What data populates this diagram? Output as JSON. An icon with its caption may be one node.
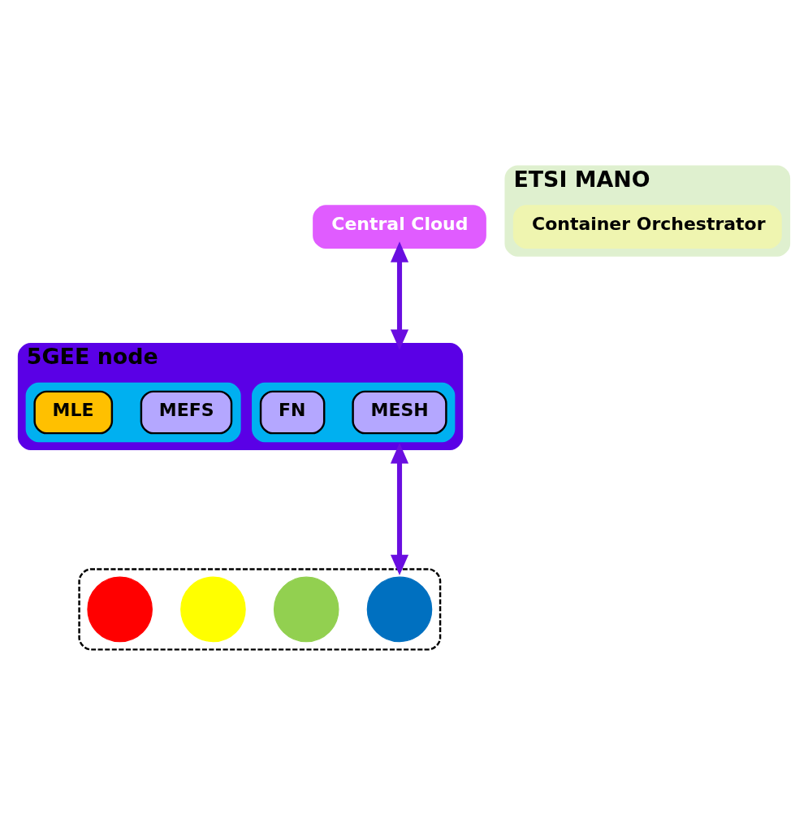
{
  "diagram": {
    "nodes": [
      {
        "text": [
          "Central Cloud"
        ]
      },
      {
        "text": [
          "ETSI MANO"
        ]
      },
      {
        "text": [
          "Container Orchestrator"
        ],
        "in": 1
      },
      {
        "text": [
          "5GEE node"
        ]
      },
      {
        "text": [],
        "shape": "box",
        "in": 3
      },
      {
        "text": [
          "MESH"
        ],
        "in": 4
      },
      {
        "text": [
          "FN"
        ],
        "in": 4
      },
      {
        "text": [],
        "shape": "box",
        "in": 3
      },
      {
        "text": [
          "MEFS"
        ],
        "in": 7
      },
      {
        "text": [
          "MLE"
        ],
        "in": 7
      },
      {
        "text": [],
        "shape": "box"
      },
      {
        "text": [],
        "shape": "circle",
        "in": 10
      },
      {
        "text": [],
        "shape": "circle",
        "in": 10
      },
      {
        "text": [],
        "shape": "circle",
        "in": 10
      },
      {
        "text": [],
        "shape": "circle",
        "in": 10
      }
    ],
    "edges": [
      {
        "from": 0,
        "to": 3,
        "arrow": "both"
      },
      {
        "from": 3,
        "to": 10,
        "arrow": "both"
      }
    ]
  }
}
